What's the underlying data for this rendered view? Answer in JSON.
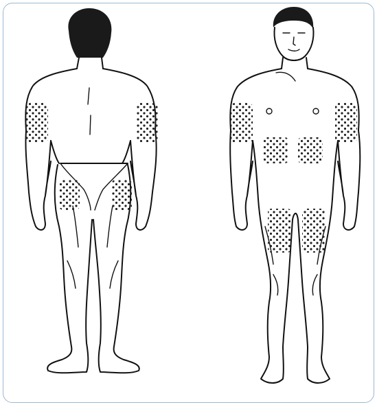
{
  "colors": {
    "frame_border": "#9db8cf",
    "ink": "#111111",
    "dots": "#222222",
    "hair": "#1a1a1a"
  },
  "figures": [
    {
      "name": "back-view-figure",
      "icon": "human-body-back"
    },
    {
      "name": "front-view-figure",
      "icon": "human-body-front"
    }
  ],
  "injection_sites": {
    "back": [
      "upper-arm-left",
      "upper-arm-right",
      "buttock-left",
      "buttock-right"
    ],
    "front": [
      "upper-arm-left",
      "upper-arm-right",
      "abdomen-left",
      "abdomen-right",
      "thigh-left",
      "thigh-right"
    ]
  }
}
